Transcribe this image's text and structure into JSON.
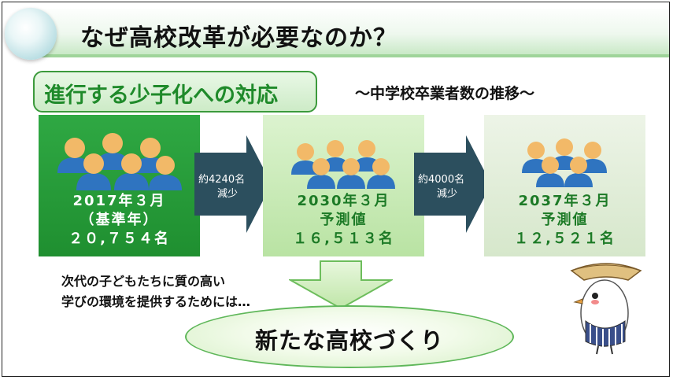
{
  "title": "なぜ高校改革が必要なのか？",
  "subtitle": "進行する少子化への対応",
  "trend_label": "～中学校卒業者数の推移～",
  "boxes": [
    {
      "date": "2017年３月",
      "kind": "（基準年）",
      "count": "２０,７５４名"
    },
    {
      "date": "2030年３月",
      "kind": "予測値",
      "count": "１６,５１３名"
    },
    {
      "date": "2037年３月",
      "kind": "予測値",
      "count": "１２,５２１名"
    }
  ],
  "arrows": [
    {
      "line1": "約4240名",
      "line2": "減少"
    },
    {
      "line1": "約4000名",
      "line2": "減少"
    }
  ],
  "note_line1": "次代の子どもたちに質の高い",
  "note_line2": "学びの環境を提供するためには…",
  "goal": "新たな高校づくり",
  "colors": {
    "dark_green": "#1f8f30",
    "light_green": "#cdebc7",
    "arrow": "#2c4f5e",
    "people": "#2f74c0",
    "heads": "#f2b968"
  }
}
